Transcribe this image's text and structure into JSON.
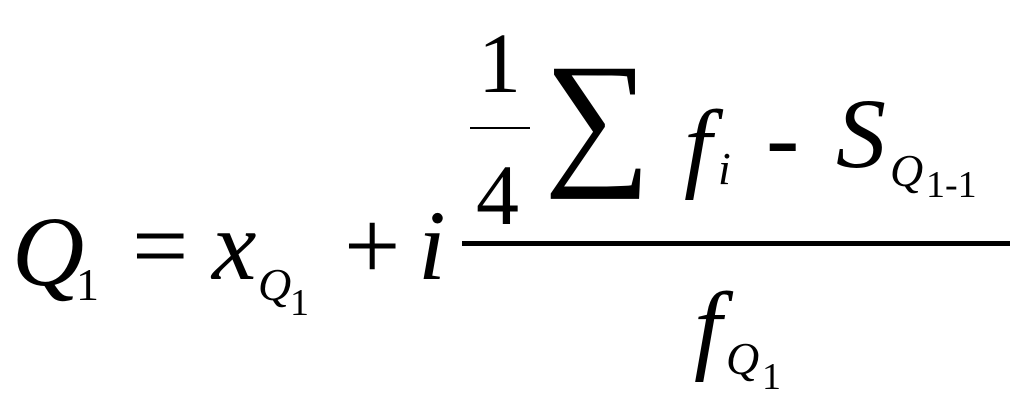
{
  "formula": {
    "lhs": {
      "symbol": "Q",
      "subscript": "1"
    },
    "equals": "=",
    "term_x": {
      "symbol": "x",
      "subscript": "Q",
      "sub_subscript": "1"
    },
    "plus": "+",
    "interval": "i",
    "numerator": {
      "coefficient_numerator": "1",
      "coefficient_denominator": "4",
      "sum_symbol": "∑",
      "summand": "f",
      "summand_subscript": "i",
      "minus": "-",
      "cumulative_symbol": "S",
      "cumulative_subscript": "Q",
      "cumulative_sub_subscript": "1-1"
    },
    "denominator": {
      "symbol": "f",
      "subscript": "Q",
      "sub_subscript": "1"
    }
  }
}
